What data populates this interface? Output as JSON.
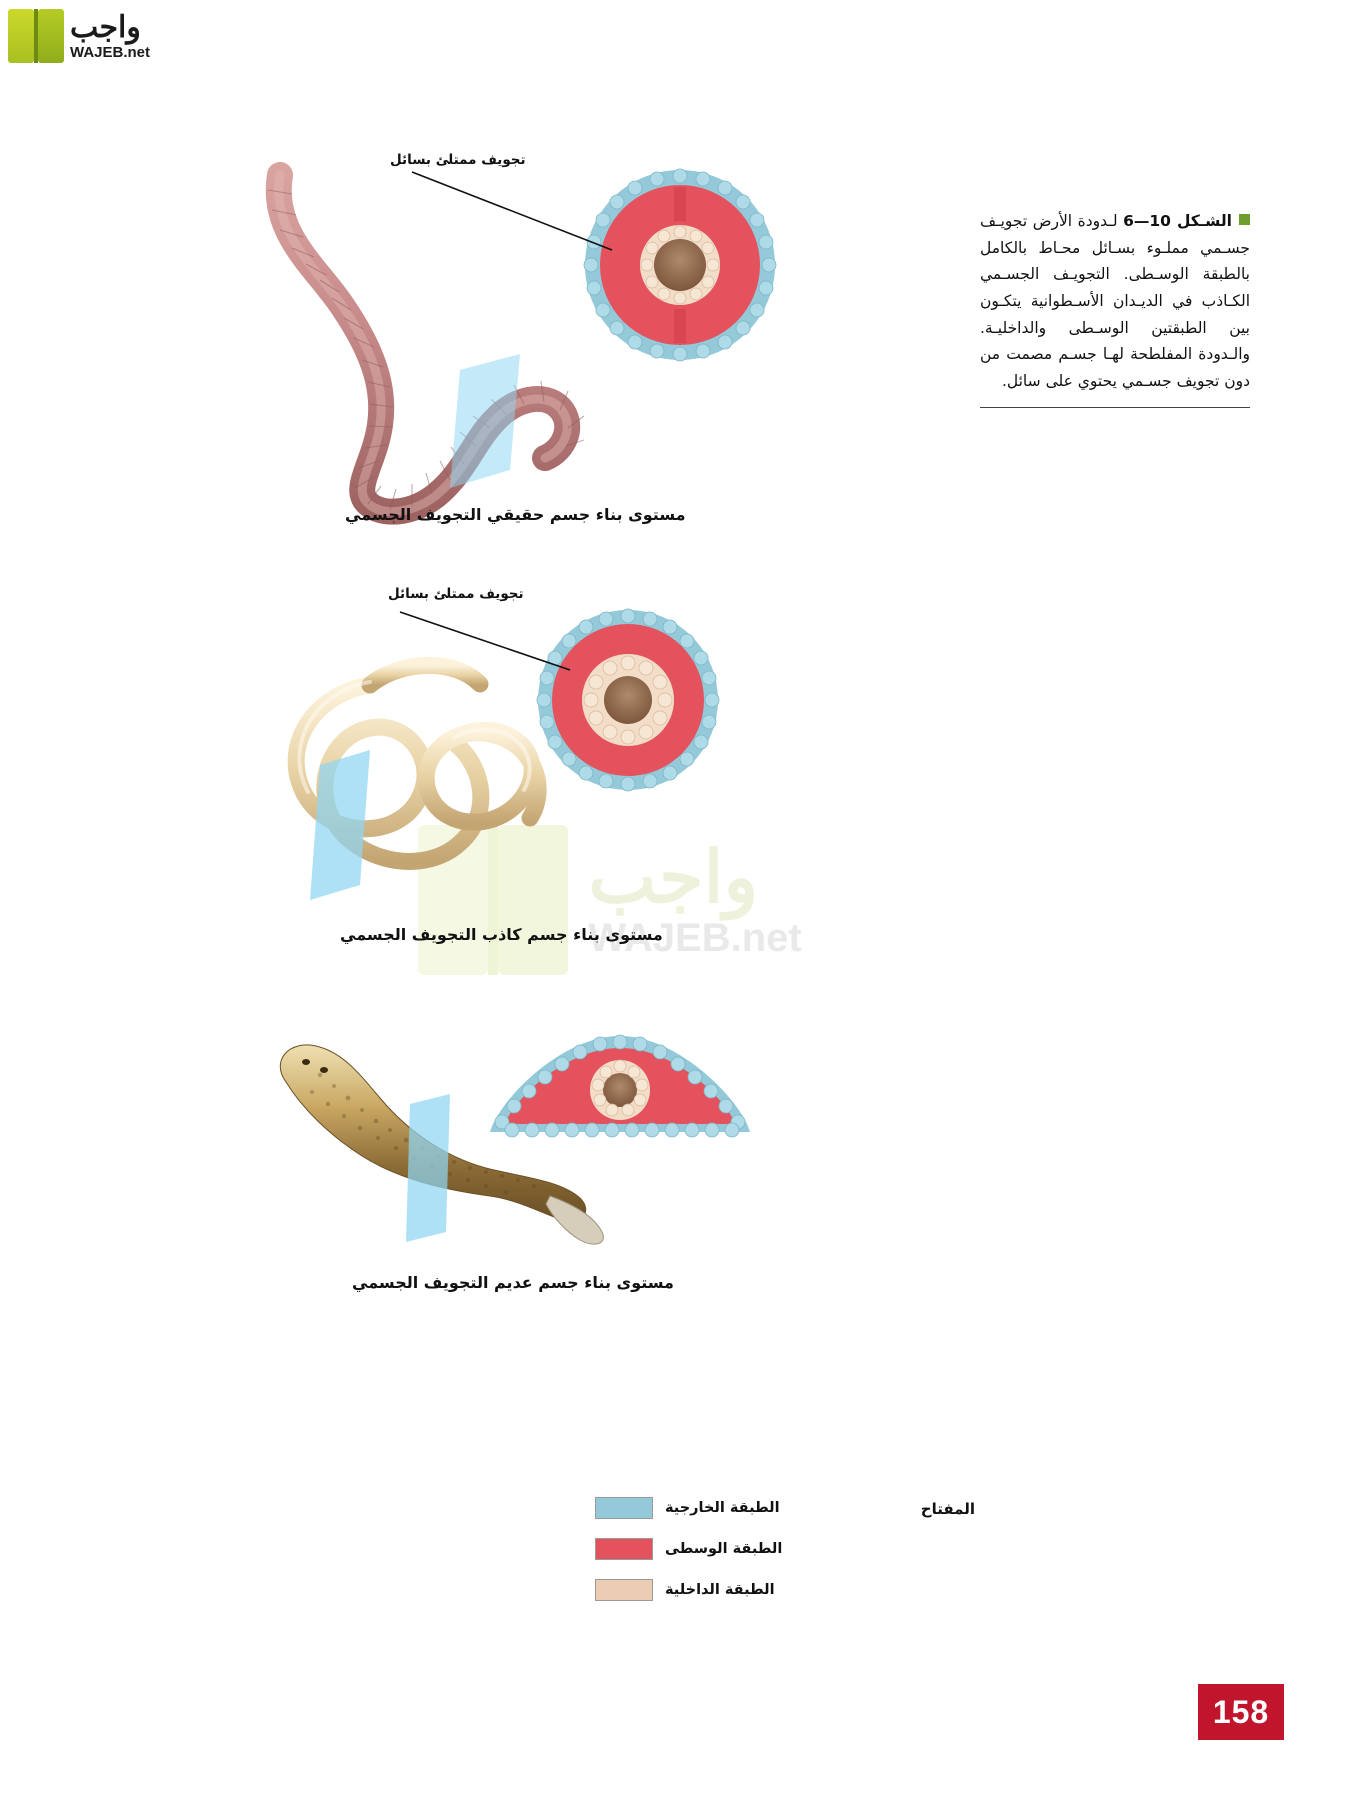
{
  "logo": {
    "arabic": "واجب",
    "domain": "WAJEB.net"
  },
  "watermark": {
    "arabic": "واجب",
    "domain": "WAJEB.net"
  },
  "side_note": {
    "figure_label": "الشـكل 10—6",
    "text": " لـدودة الأرض تجويـف جسـمي مملـوء بسـائل محـاط بالكامل بالطبقة الوسـطى. التجويـف الجسـمي الكـاذب في الديـدان الأسـطوانية يتكـون بين الطبقتين الوسـطى والداخليـة. والـدودة المفلطحة لهـا جسـم مصمت من دون تجويف جسـمي يحتوي على سائل."
  },
  "figures": [
    {
      "id": "coelomate",
      "callout": "تجويف ممتلئ بسائل",
      "caption": "مستوى بناء جسم حقيقي التجويف الجسمي"
    },
    {
      "id": "pseudocoelomate",
      "callout": "تجويف ممتلئ بسائل",
      "caption": "مستوى بناء جسم كاذب التجويف الجسمي"
    },
    {
      "id": "acoelomate",
      "callout": "",
      "caption": "مستوى بناء جسم عديم التجويف الجسمي"
    }
  ],
  "key": {
    "title": "المفتاح",
    "items": [
      {
        "label": "الطبقة الخارجية",
        "color": "#93c9d8"
      },
      {
        "label": "الطبقة الوسطى",
        "color": "#e4525e"
      },
      {
        "label": "الطبقة الداخلية",
        "color": "#eccdb4"
      }
    ]
  },
  "page": {
    "number": "158"
  }
}
